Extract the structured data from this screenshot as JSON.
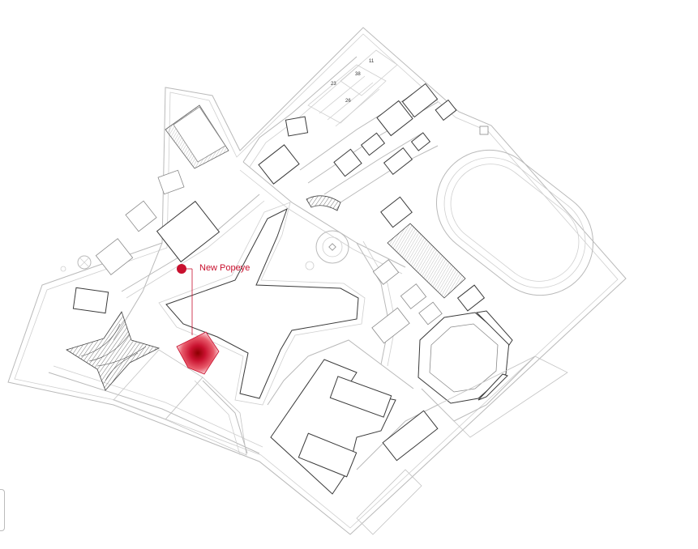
{
  "map": {
    "marker": {
      "label": "New Popeye",
      "color": "#c8102e"
    },
    "parking_numbers": [
      "11",
      "38",
      "23",
      "26"
    ],
    "line_color": "#b9b9b9",
    "building_color": "#3a3a3a"
  }
}
